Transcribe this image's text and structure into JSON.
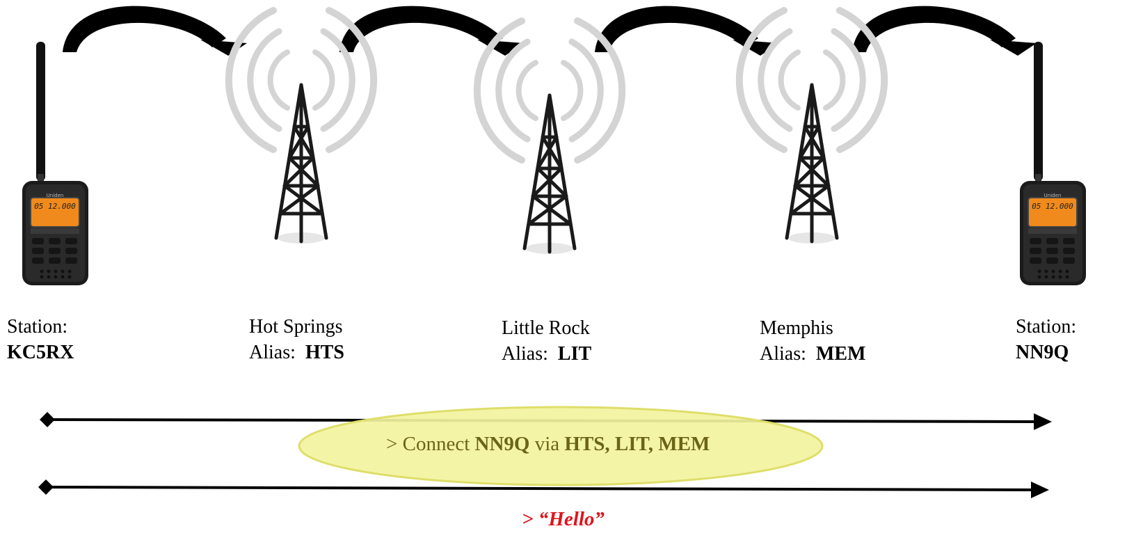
{
  "stations": [
    {
      "line1": "Station:",
      "name": "KC5RX"
    },
    {
      "line1": "Station:",
      "name": "NN9Q"
    }
  ],
  "nodes": [
    {
      "city": "Hot Springs",
      "alias_label": "Alias:",
      "alias": "HTS"
    },
    {
      "city": "Little Rock",
      "alias_label": "Alias:",
      "alias": "LIT"
    },
    {
      "city": "Memphis",
      "alias_label": "Alias:",
      "alias": "MEM"
    }
  ],
  "radio": {
    "brand": "Uniden",
    "display": "05 12.000"
  },
  "command": {
    "prefix": "> Connect",
    "target": "NN9Q",
    "via": "via",
    "path": "HTS, LIT, MEM"
  },
  "reply": "> “Hello”",
  "colors": {
    "arrow": "#000000",
    "tower": "#1a1a1a",
    "waves": "#d4d4d4",
    "bubble_fill": "#f3f3a0",
    "bubble_stroke": "#dede6a",
    "command_text": "#6b6417",
    "reply_text": "#e0141b",
    "radio_screen": "#f08a1c"
  }
}
